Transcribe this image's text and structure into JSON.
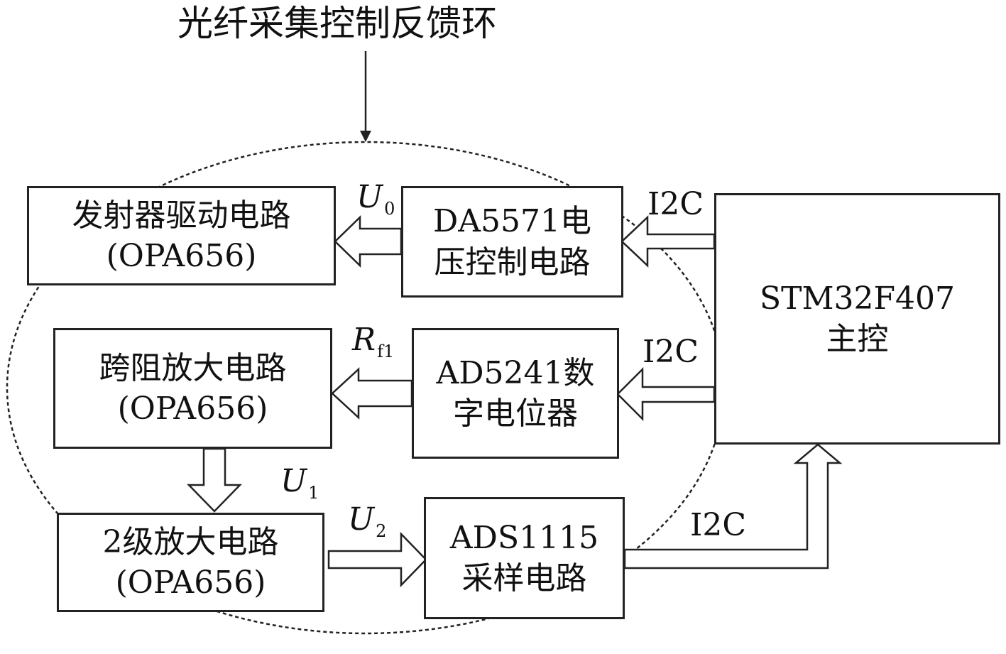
{
  "title": "光纤采集控制反馈环",
  "blocks": {
    "transmitter": {
      "line1": "发射器驱动电路",
      "line2": "(OPA656)"
    },
    "dac": {
      "line1": "DA5571电",
      "line2": "压控制电路"
    },
    "tia": {
      "line1": "跨阻放大电路",
      "line2": "(OPA656)"
    },
    "digipot": {
      "line1": "AD5241数",
      "line2": "字电位器"
    },
    "amp2": {
      "line1": "2级放大电路",
      "line2": "(OPA656)"
    },
    "adc": {
      "line1": "ADS1115",
      "line2": "采样电路"
    },
    "mcu": {
      "line1": "STM32F407",
      "line2": "主控"
    }
  },
  "signals": {
    "u0": {
      "base": "U",
      "sub": "0"
    },
    "rf1": {
      "base": "R",
      "sub": "f1"
    },
    "u1": {
      "base": "U",
      "sub": "1"
    },
    "u2": {
      "base": "U",
      "sub": "2"
    }
  },
  "buses": {
    "i2c_dac": "I2C",
    "i2c_pot": "I2C",
    "i2c_adc": "I2C"
  },
  "colors": {
    "line": "#222222",
    "background": "#ffffff"
  }
}
